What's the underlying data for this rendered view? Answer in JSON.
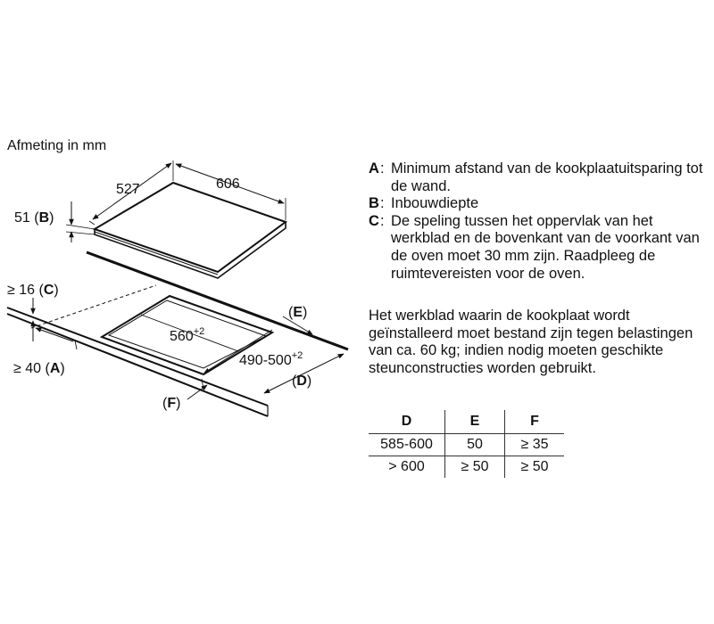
{
  "unit_label": "Afmeting in mm",
  "dims": {
    "width": "606",
    "depth": "527",
    "height_value": "51",
    "height_key": "B",
    "cutout_width": "560",
    "cutout_width_tol": "+2",
    "cutout_depth": "490-500",
    "cutout_depth_tol": "+2",
    "wall_gap_prefix": "≥ 16",
    "wall_gap_key": "C",
    "front_gap_prefix": "≥ 40",
    "front_gap_key": "A",
    "e_key": "E",
    "d_key": "D",
    "f_key": "F"
  },
  "legend": [
    {
      "key": "A",
      "text": "Minimum afstand van de kookplaatuitsparing tot de wand."
    },
    {
      "key": "B",
      "text": "Inbouwdiepte"
    },
    {
      "key": "C",
      "text": "De speling tussen het oppervlak van het werkblad en de bovenkant van de voorkant van de oven moet 30 mm zijn. Raadpleeg de ruimtevereisten voor de oven."
    }
  ],
  "note": "Het werkblad waarin de kookplaat wordt geïnstalleerd moet bestand zijn tegen belastingen van ca. 60 kg; indien nodig moeten geschikte steunconstructies worden gebruikt.",
  "table": {
    "headers": [
      "D",
      "E",
      "F"
    ],
    "rows": [
      [
        "585-600",
        "50",
        "≥ 35"
      ],
      [
        "> 600",
        "≥ 50",
        "≥ 50"
      ]
    ]
  }
}
